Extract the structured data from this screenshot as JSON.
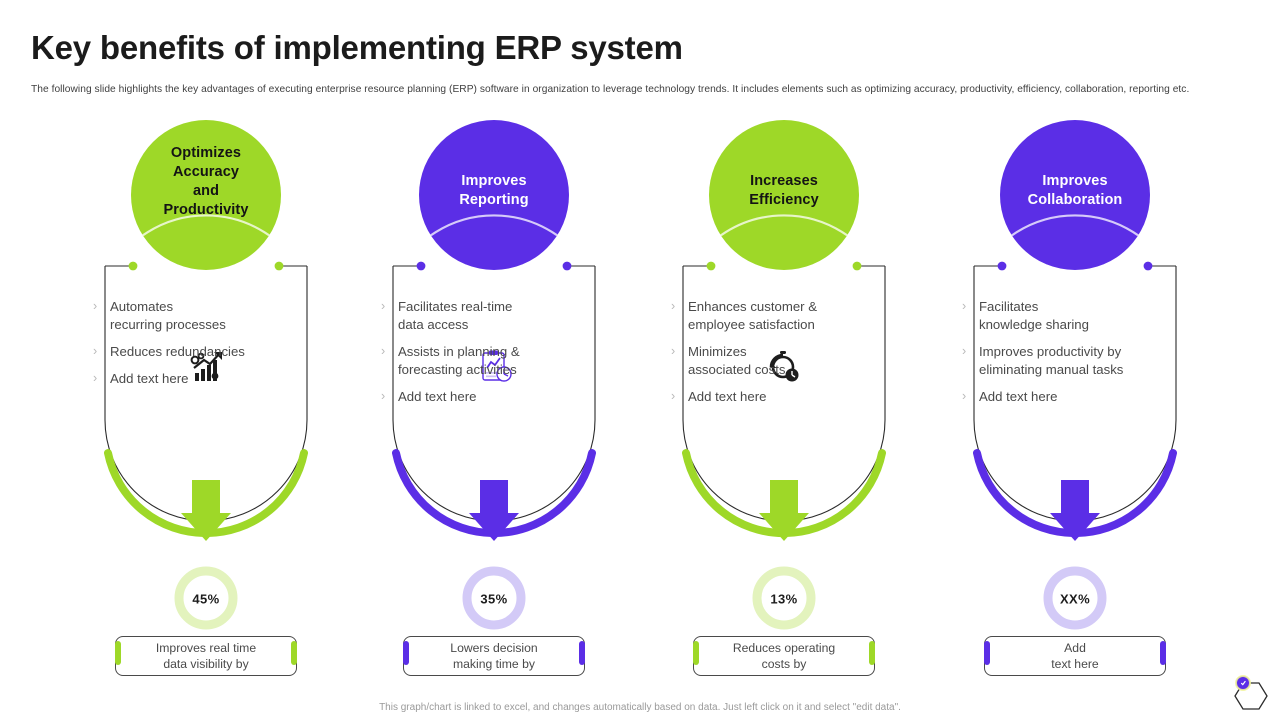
{
  "header": {
    "title": "Key benefits of implementing ERP system",
    "subtitle": "The following slide highlights the key advantages of executing enterprise resource planning (ERP)  software in organization to leverage technology trends. It includes elements such as optimizing  accuracy, productivity, efficiency, collaboration, reporting etc."
  },
  "colors": {
    "green": "#9ED828",
    "green_light": "#E3F3BD",
    "purple": "#5B2EE6",
    "purple_light": "#D3CAF7",
    "outline": "#2b2b2b",
    "chevron": "#b9b9b9",
    "body_text": "#4a4a4a"
  },
  "columns": [
    {
      "id": "optimizes-accuracy-and-productivity",
      "heading": "Optimizes Accuracy and Productivity",
      "heading_lines": [
        "Optimizes",
        "Accuracy",
        "and",
        "Productivity"
      ],
      "theme": "green",
      "icon": "growth-chart-gears-icon",
      "bullets": [
        "Automates recurring processes",
        "Reduces redundancies",
        "Add text here"
      ],
      "bullet_lines": [
        [
          "Automates",
          "recurring processes"
        ],
        [
          "Reduces redundancies"
        ],
        [
          "Add text here"
        ]
      ],
      "donut": {
        "value": 45,
        "label": "45%"
      },
      "pill_lines": [
        "Improves  real time",
        "data visibility by"
      ]
    },
    {
      "id": "improves-reporting",
      "heading": "Improves Reporting",
      "heading_lines": [
        "Improves",
        "Reporting"
      ],
      "theme": "purple",
      "icon": "report-clipboard-clock-icon",
      "bullets": [
        "Facilitates real-time data access",
        "Assists in planning & forecasting activities",
        "Add text here"
      ],
      "bullet_lines": [
        [
          "Facilitates real-time",
          "data access"
        ],
        [
          "Assists in planning  &",
          "forecasting activities"
        ],
        [
          "Add text here"
        ]
      ],
      "donut": {
        "value": 35,
        "label": "35%"
      },
      "pill_lines": [
        "Lowers decision",
        "making time by"
      ]
    },
    {
      "id": "increases-efficiency",
      "heading": "Increases Efficiency",
      "heading_lines": [
        "Increases",
        "Efficiency"
      ],
      "theme": "green",
      "icon": "stopwatch-cycle-icon",
      "bullets": [
        "Enhances customer & employee satisfaction",
        "Minimizes associated costs",
        "Add text here"
      ],
      "bullet_lines": [
        [
          "Enhances customer &",
          "employee satisfaction"
        ],
        [
          "Minimizes",
          "associated costs"
        ],
        [
          "Add text here"
        ]
      ],
      "donut": {
        "value": 13,
        "label": "13%"
      },
      "pill_lines": [
        "Reduces operating",
        "costs by"
      ]
    },
    {
      "id": "improves-collaboration",
      "heading": "Improves Collaboration",
      "heading_lines": [
        "Improves",
        "Collaboration"
      ],
      "theme": "purple",
      "icon": "team-collaboration-icon",
      "bullets": [
        "Facilitates knowledge sharing",
        "Improves productivity by eliminating manual tasks",
        "Add text here"
      ],
      "bullet_lines": [
        [
          "Facilitates",
          "knowledge sharing"
        ],
        [
          "Improves productivity by",
          "eliminating manual tasks"
        ],
        [
          "Add text here"
        ]
      ],
      "donut": {
        "value": 0,
        "label": "XX%"
      },
      "pill_lines": [
        "Add",
        "text here"
      ]
    }
  ],
  "footer": {
    "note": "This graph/chart is linked to excel, and changes automatically based on data. Just left click on it and select \"edit data\".",
    "logo": "hexagon-logo-icon"
  },
  "chart_data": {
    "type": "pie",
    "title": "Key benefits of implementing ERP system",
    "charts": [
      {
        "name": "Improves  real time data visibility by",
        "value": 45,
        "label": "45%",
        "remainder": 55,
        "color": "#9ED828"
      },
      {
        "name": "Lowers decision making time by",
        "value": 35,
        "label": "35%",
        "remainder": 65,
        "color": "#5B2EE6"
      },
      {
        "name": "Reduces operating costs by",
        "value": 13,
        "label": "13%",
        "remainder": 87,
        "color": "#9ED828"
      },
      {
        "name": "Add text here",
        "value": 0,
        "label": "XX%",
        "remainder": 100,
        "color": "#5B2EE6"
      }
    ],
    "categories": [
      "Improves  real time data visibility by",
      "Lowers decision making time by",
      "Reduces operating costs by",
      "Add text here"
    ],
    "values": [
      45,
      35,
      13,
      0
    ],
    "xlabel": "",
    "ylabel": "",
    "legend": "none",
    "grid": false
  }
}
